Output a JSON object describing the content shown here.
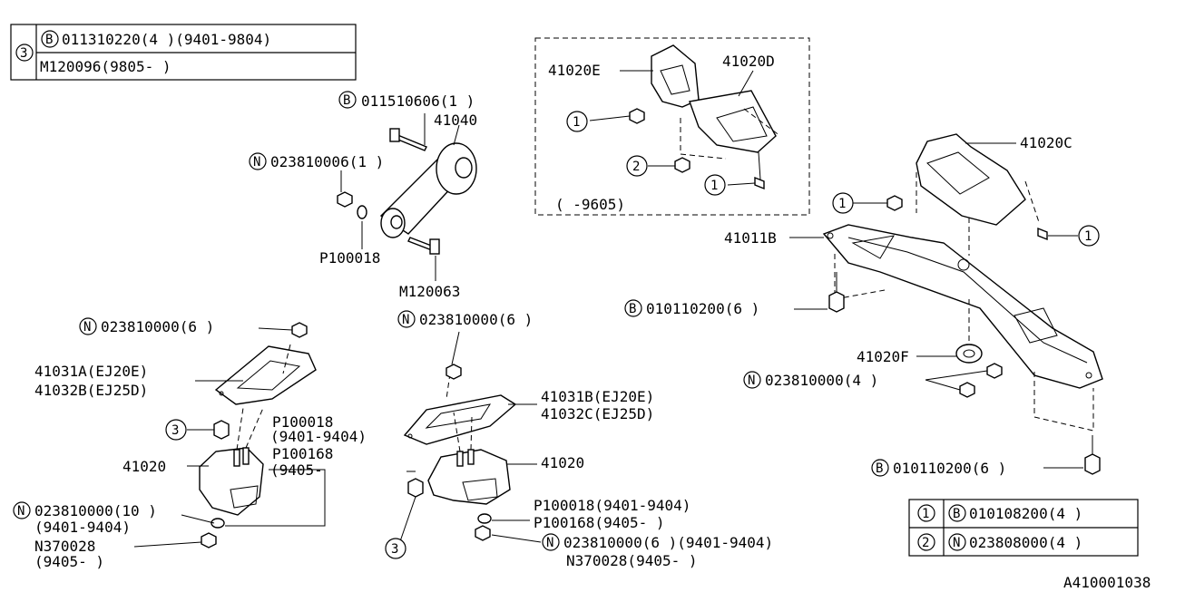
{
  "diagram_id": "A410001038",
  "legend_top": {
    "ref": "3",
    "row1_symbol": "B",
    "row1_text": "011310220(4 )(9401-9804)",
    "row2_text": "M120096(9805-      )"
  },
  "legend_bottom": {
    "rows": [
      {
        "ref": "1",
        "symbol": "B",
        "text": "010108200(4 )"
      },
      {
        "ref": "2",
        "symbol": "N",
        "text": "023808000(4 )"
      }
    ]
  },
  "callouts": {
    "bolt_41040": "011510606(1 )",
    "p_41040": "41040",
    "nut_41040": "023810006(1 )",
    "washer_41040": "P100018",
    "bolt2_41040": "M120063",
    "p_41020E": "41020E",
    "p_41020D": "41020D",
    "range_inset": "(      -9605)",
    "p_41020C": "41020C",
    "p_41011B": "41011B",
    "bolt_crossmember": "010110200(6 )",
    "p_41020F": "41020F",
    "nut_crossmember": "023810000(4 )",
    "bolt_crossmember2": "010110200(6 )",
    "nut_left_top": "023810000(6 )",
    "p_41031A": "41031A(EJ20E)",
    "p_41032B": "41032B(EJ25D)",
    "p_P100018_left": "P100018",
    "range_left_1": "(9401-9404)",
    "p_P100168_left": "P100168",
    "range_left_2": "(9405-",
    "p_41020_left": "41020",
    "nut_left_bottom": "023810000(10 )",
    "range_left_3": "(9401-9404)",
    "p_N370028_left": "N370028",
    "range_left_4": "(9405-      )",
    "nut_mid_top": "023810000(6 )",
    "p_41031B": "41031B(EJ20E)",
    "p_41032C": "41032C(EJ25D)",
    "p_41020_mid": "41020",
    "p_P100018_mid": "P100018(9401-9404)",
    "p_P100168_mid": "P100168(9405-      )",
    "nut_mid_bottom": "023810000(6 )(9401-9404)",
    "p_N370028_mid": "N370028(9405-      )"
  },
  "ref_markers": {
    "one": "1",
    "two": "2",
    "three": "3"
  },
  "symbols": {
    "B": "B",
    "N": "N"
  }
}
